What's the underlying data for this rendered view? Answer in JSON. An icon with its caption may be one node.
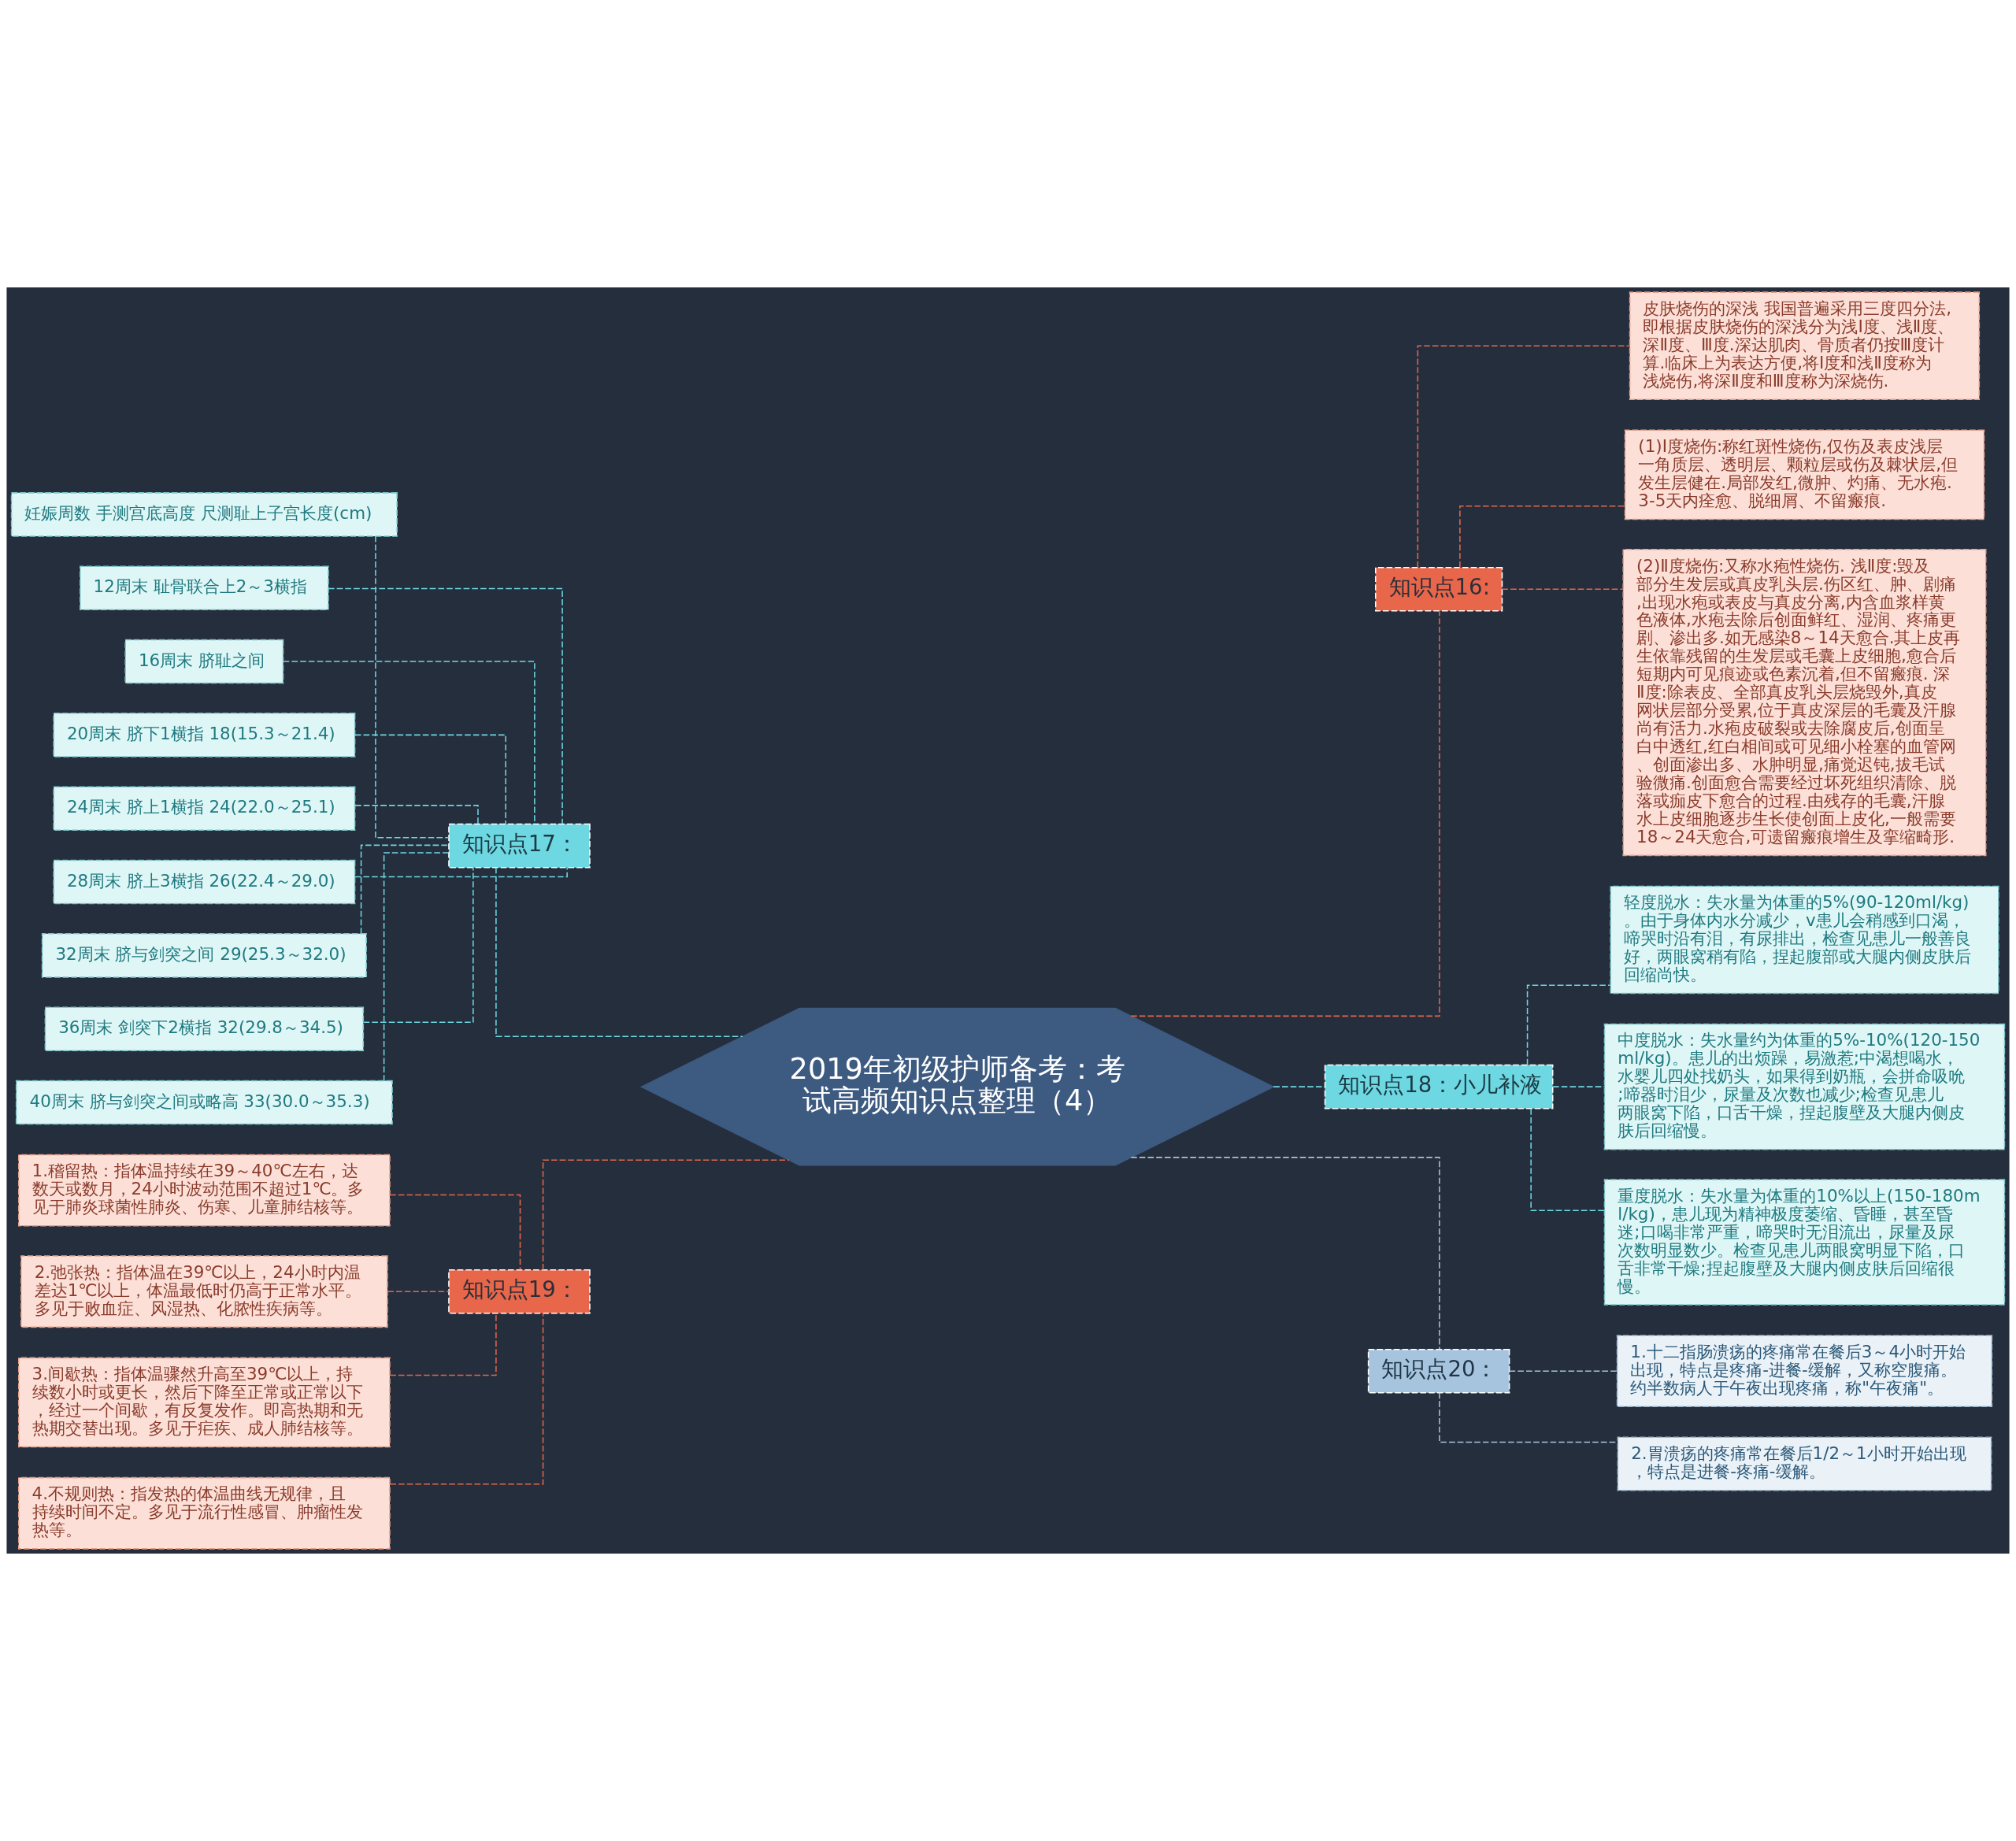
{
  "diagram": {
    "nodes": [
      {
        "text": [
          "2019年初级护师备考：考试高频知识点整理（4）"
        ]
      },
      {
        "text": [
          "知识点16:"
        ]
      },
      {
        "text": [
          "皮肤烧伤的深浅 我国普遍采用三度四分法,即根据皮肤烧伤的深浅分为浅Ⅰ度、浅Ⅱ度、深Ⅱ度、Ⅲ度.深达肌肉、骨质者仍按Ⅲ度计算.临床上为表达方便,将Ⅰ度和浅Ⅱ度称为浅烧伤,将深Ⅱ度和Ⅲ度称为深烧伤."
        ]
      },
      {
        "text": [
          "(1)Ⅰ度烧伤:称红斑性烧伤,仅伤及表皮浅层一角质层、透明层、颗粒层或伤及棘状层,但发生层健在.局部发红,微肿、灼痛、无水疱.3-5天内痊愈、脱细屑、不留瘢痕."
        ]
      },
      {
        "text": [
          "(2)Ⅱ度烧伤:又称水疱性烧伤. 浅Ⅱ度:毁及部分生发层或真皮乳头层.伤区红、肿、剧痛,出现水疱或表皮与真皮分离,内含血浆样黄色液体,水疱去除后创面鲜红、湿润、疼痛更剧、渗出多.如无感染8～14天愈合.其上皮再生依靠残留的生发层或毛囊上皮细胞,愈合后短期内可见痕迹或色素沉着,但不留瘢痕. 深Ⅱ度:除表皮、全部真皮乳头层烧毁外,真皮网状层部分受累,位于真皮深层的毛囊及汗腺尚有活力.水疱皮破裂或去除腐皮后,创面呈白中透红,红白相间或可见细小栓塞的血管网、创面渗出多、水肿明显,痛觉迟钝,拔毛试验微痛.创面愈合需要经过坏死组织清除、脱落或痂皮下愈合的过程.由残存的毛囊,汗腺水上皮细胞逐步生长使创面上皮化,一般需要18～24天愈合,可遗留瘢痕增生及挛缩畸形."
        ]
      },
      {
        "text": [
          "知识点17："
        ]
      },
      {
        "text": [
          "妊娠周数 手测宫底高度 尺测耻上子宫长度(cm)"
        ]
      },
      {
        "text": [
          "12周末 耻骨联合上2～3横指"
        ]
      },
      {
        "text": [
          "16周末 脐耻之间"
        ]
      },
      {
        "text": [
          "20周末 脐下1横指 18(15.3～21.4)"
        ]
      },
      {
        "text": [
          "24周末 脐上1横指 24(22.0～25.1)"
        ]
      },
      {
        "text": [
          "28周末 脐上3横指 26(22.4～29.0)"
        ]
      },
      {
        "text": [
          "32周末 脐与剑突之间 29(25.3～32.0)"
        ]
      },
      {
        "text": [
          "36周末 剑突下2横指 32(29.8～34.5)"
        ]
      },
      {
        "text": [
          "40周末 脐与剑突之间或略高 33(30.0～35.3)"
        ]
      },
      {
        "text": [
          "知识点18：小儿补液"
        ]
      },
      {
        "text": [
          "轻度脱水：失水量为体重的5%(90-120ml/kg)。由于身体内水分减少，v患儿会稍感到口渴，啼哭时沿有泪，有尿排出，检查见患儿一般善良好，两眼窝稍有陷，捏起腹部或大腿内侧皮肤后回缩尚快。"
        ]
      },
      {
        "text": [
          "中度脱水：失水量约为体重的5%-10%(120-150ml/kg)。患儿的出烦躁，易激惹;中渴想喝水，水婴儿四处找奶头，如果得到奶瓶，会拼命吸吮;啼器时泪少，尿量及次数也减少;检查见患儿两眼窝下陷，口舌干燥，捏起腹壁及大腿内侧皮肤后回缩慢。"
        ]
      },
      {
        "text": [
          "重度脱水：失水量为体重的10%以上(150-180ml/kg)，患儿现为精神极度萎缩、昏睡，甚至昏迷;口喝非常严重，啼哭时无泪流出，尿量及尿次数明显数少。检查见患儿两眼窝明显下陷，口舌非常干燥;捏起腹壁及大腿内侧皮肤后回缩很慢。"
        ]
      },
      {
        "text": [
          "知识点19："
        ]
      },
      {
        "text": [
          "1.稽留热：指体温持续在39～40℃左右，达数天或数月，24小时波动范围不超过1℃。多见于肺炎球菌性肺炎、伤寒、儿童肺结核等。"
        ]
      },
      {
        "text": [
          "2.弛张热：指体温在39℃以上，24小时内温差达1℃以上，体温最低时仍高于正常水平。多见于败血症、风湿热、化脓性疾病等。"
        ]
      },
      {
        "text": [
          "3.间歇热：指体温骤然升高至39℃以上，持续数小时或更长，然后下降至正常或正常以下，经过一个间歇，有反复发作。即高热期和无热期交替出现。多见于疟疾、成人肺结核等。"
        ]
      },
      {
        "text": [
          "4.不规则热：指发热的体温曲线无规律，且持续时间不定。多见于流行性感冒、肿瘤性发热等。"
        ]
      },
      {
        "text": [
          "知识点20："
        ]
      },
      {
        "text": [
          "1.十二指肠溃疡的疼痛常在餐后3～4小时开始出现，特点是疼痛-进餐-缓解，又称空腹痛。约半数病人于午夜出现疼痛，称\"午夜痛\"。"
        ]
      },
      {
        "text": [
          "2.胃溃疡的疼痛常在餐后1/2～1小时开始出现，特点是进餐-疼痛-缓解。"
        ]
      }
    ],
    "edges": [
      {
        "from": 0,
        "to": 1,
        "arrow": "none",
        "style": "dashed",
        "color": "#e8664a"
      },
      {
        "from": 1,
        "to": 2,
        "arrow": "none",
        "style": "dashed",
        "color": "#e8664a"
      },
      {
        "from": 1,
        "to": 3,
        "arrow": "none",
        "style": "dashed",
        "color": "#e8664a"
      },
      {
        "from": 1,
        "to": 4,
        "arrow": "none",
        "style": "dashed",
        "color": "#e8664a"
      },
      {
        "from": 0,
        "to": 5,
        "arrow": "none",
        "style": "dashed",
        "color": "#6dd8e2"
      },
      {
        "from": 5,
        "to": 6,
        "arrow": "none",
        "style": "dashed",
        "color": "#6dd8e2"
      },
      {
        "from": 5,
        "to": 7,
        "arrow": "none",
        "style": "dashed",
        "color": "#6dd8e2"
      },
      {
        "from": 5,
        "to": 8,
        "arrow": "none",
        "style": "dashed",
        "color": "#6dd8e2"
      },
      {
        "from": 5,
        "to": 9,
        "arrow": "none",
        "style": "dashed",
        "color": "#6dd8e2"
      },
      {
        "from": 5,
        "to": 10,
        "arrow": "none",
        "style": "dashed",
        "color": "#6dd8e2"
      },
      {
        "from": 5,
        "to": 11,
        "arrow": "none",
        "style": "dashed",
        "color": "#6dd8e2"
      },
      {
        "from": 5,
        "to": 12,
        "arrow": "none",
        "style": "dashed",
        "color": "#6dd8e2"
      },
      {
        "from": 5,
        "to": 13,
        "arrow": "none",
        "style": "dashed",
        "color": "#6dd8e2"
      },
      {
        "from": 5,
        "to": 14,
        "arrow": "none",
        "style": "dashed",
        "color": "#6dd8e2"
      },
      {
        "from": 0,
        "to": 15,
        "arrow": "none",
        "style": "dashed",
        "color": "#6dd8e2"
      },
      {
        "from": 15,
        "to": 16,
        "arrow": "none",
        "style": "dashed",
        "color": "#6dd8e2"
      },
      {
        "from": 15,
        "to": 17,
        "arrow": "none",
        "style": "dashed",
        "color": "#6dd8e2"
      },
      {
        "from": 15,
        "to": 18,
        "arrow": "none",
        "style": "dashed",
        "color": "#6dd8e2"
      },
      {
        "from": 0,
        "to": 19,
        "arrow": "none",
        "style": "dashed",
        "color": "#e8664a"
      },
      {
        "from": 19,
        "to": 20,
        "arrow": "none",
        "style": "dashed",
        "color": "#e8664a"
      },
      {
        "from": 19,
        "to": 21,
        "arrow": "none",
        "style": "dashed",
        "color": "#e8664a"
      },
      {
        "from": 19,
        "to": 22,
        "arrow": "none",
        "style": "dashed",
        "color": "#e8664a"
      },
      {
        "from": 19,
        "to": 23,
        "arrow": "none",
        "style": "dashed",
        "color": "#e8664a"
      },
      {
        "from": 0,
        "to": 24,
        "arrow": "none",
        "style": "dashed",
        "color": "#a6c4de"
      },
      {
        "from": 24,
        "to": 25,
        "arrow": "none",
        "style": "dashed",
        "color": "#a6c4de"
      },
      {
        "from": 24,
        "to": 26,
        "arrow": "none",
        "style": "dashed",
        "color": "#a6c4de"
      }
    ]
  }
}
